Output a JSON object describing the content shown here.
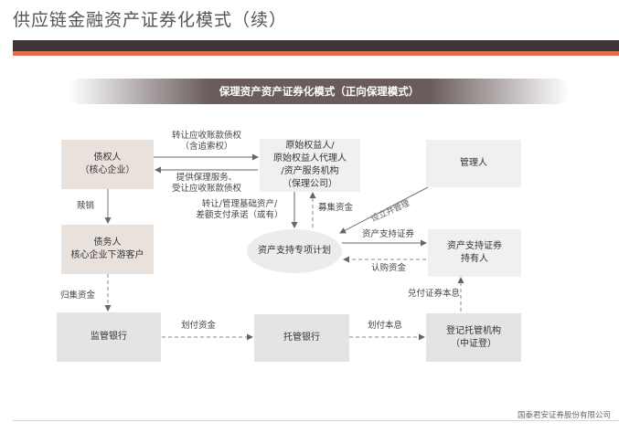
{
  "page": {
    "title": "供应链金融资产证券化模式（续）",
    "footer_credit": "国泰君安证券股份有限公司"
  },
  "diagram": {
    "banner": "保理资产资产证券化模式（正向保理模式）",
    "nodes": {
      "creditor": "债权人\n（核心企业）",
      "original_rights_holder": "原始权益人/\n原始权益人代理人\n/资产服务机构\n（保理公司）",
      "manager": "管理人",
      "debtor": "债务人\n核心企业下游客户",
      "abs_plan": "资产支持专项计划",
      "security_holders": "资产支持证券\n持有人",
      "supervision_bank": "监管银行",
      "custodian_bank": "托管银行",
      "registry": "登记托管机构\n（中证登）"
    },
    "edges": {
      "transfer_receivables": "转让应收账款债权\n（含追索权）",
      "factoring_services": "提供保理服务、\n受让应收账款债权",
      "writeoff": "赎销",
      "transfer_assets": "转让/管理基础资产/\n差额支付承诺（或有）",
      "raise_funds": "募集资金",
      "establish_manage": "设立并管理",
      "abs_securities": "资产支持证券",
      "subscription_funds": "认购资金",
      "redeem_principal": "兑付证券本息",
      "collect_funds": "归集资金",
      "transfer_funds": "划付资金",
      "transfer_principal": "划付本息"
    }
  }
}
